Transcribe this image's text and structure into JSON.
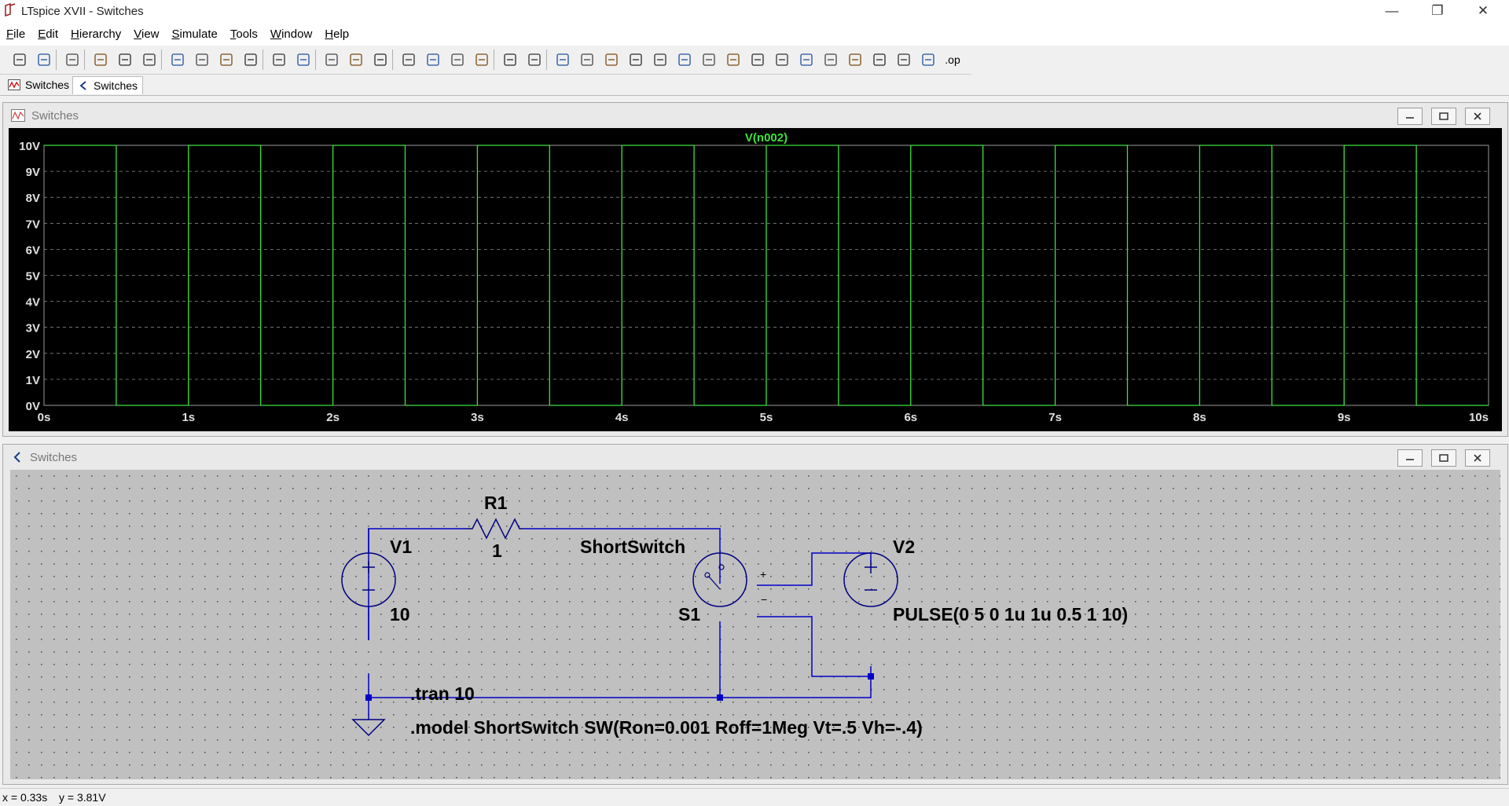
{
  "window": {
    "title": "LTspice XVII - Switches"
  },
  "menu": [
    {
      "u": "F",
      "rest": "ile"
    },
    {
      "u": "E",
      "rest": "dit"
    },
    {
      "u": "H",
      "rest": "ierarchy"
    },
    {
      "u": "V",
      "rest": "iew"
    },
    {
      "u": "S",
      "rest": "imulate"
    },
    {
      "u": "T",
      "rest": "ools"
    },
    {
      "u": "W",
      "rest": "indow"
    },
    {
      "u": "H",
      "rest": "elp"
    }
  ],
  "toolbar": {
    "icons": [
      "run-icon",
      "open-icon",
      "save-icon",
      "control-panel-icon",
      "halt-icon",
      "pan-icon",
      "zoom-in-icon",
      "zoom-full-icon",
      "zoom-out-icon",
      "zoom-cancel-icon",
      "autorange-icon",
      "trace-icon",
      "tile-horizontal-icon",
      "tile-vertical-icon",
      "cascade-icon",
      "cut-icon",
      "copy-icon",
      "paste-icon",
      "find-icon",
      "print-setup-icon",
      "print-icon",
      "wire-icon",
      "ground-icon",
      "label-net-icon",
      "resistor-icon",
      "capacitor-icon",
      "inductor-icon",
      "diode-icon",
      "component-icon",
      "move-icon",
      "drag-icon",
      "undo-icon",
      "redo-icon",
      "rotate-icon",
      "mirror-icon",
      "text-icon",
      "spice-directive-icon"
    ],
    "op_label": ".op"
  },
  "tabs": [
    {
      "label": "Switches",
      "kind": "waveform"
    },
    {
      "label": "Switches",
      "kind": "schematic"
    }
  ],
  "plot_window": {
    "title": "Switches",
    "trace_name": "V(n002)",
    "trace_color": "#3ee03e"
  },
  "chart_data": {
    "type": "line",
    "title": "",
    "series": [
      {
        "name": "V(n002)",
        "x": [
          0,
          0.5,
          0.5,
          1,
          1,
          1.5,
          1.5,
          2,
          2,
          2.5,
          2.5,
          3,
          3,
          3.5,
          3.5,
          4,
          4,
          4.5,
          4.5,
          5,
          5,
          5.5,
          5.5,
          6,
          6,
          6.5,
          6.5,
          7,
          7,
          7.5,
          7.5,
          8,
          8,
          8.5,
          8.5,
          9,
          9,
          9.5,
          9.5,
          10
        ],
        "y": [
          10,
          10,
          0,
          0,
          10,
          10,
          0,
          0,
          10,
          10,
          0,
          0,
          10,
          10,
          0,
          0,
          10,
          10,
          0,
          0,
          10,
          10,
          0,
          0,
          10,
          10,
          0,
          0,
          10,
          10,
          0,
          0,
          10,
          10,
          0,
          0,
          10,
          10,
          0,
          0
        ]
      }
    ],
    "xlim": [
      0,
      10
    ],
    "ylim": [
      0,
      10
    ],
    "xticks": [
      "0s",
      "1s",
      "2s",
      "3s",
      "4s",
      "5s",
      "6s",
      "7s",
      "8s",
      "9s",
      "10s"
    ],
    "yticks": [
      "0V",
      "1V",
      "2V",
      "3V",
      "4V",
      "5V",
      "6V",
      "7V",
      "8V",
      "9V",
      "10V"
    ],
    "grid": true,
    "background": "#000000"
  },
  "schematic_window": {
    "title": "Switches",
    "wire_color": "#0000c8",
    "components": {
      "r1": {
        "name": "R1",
        "value": "1"
      },
      "v1": {
        "name": "V1",
        "value": "10"
      },
      "s1": {
        "name": "S1",
        "model": "ShortSwitch"
      },
      "v2": {
        "name": "V2",
        "value": "PULSE(0 5 0 1u 1u 0.5 1 10)"
      }
    },
    "directives": {
      "tran": ".tran 10",
      "model": ".model ShortSwitch SW(Ron=0.001 Roff=1Meg Vt=.5 Vh=-.4)"
    }
  },
  "status": {
    "x": "x = 0.33s",
    "y": "y = 3.81V"
  }
}
